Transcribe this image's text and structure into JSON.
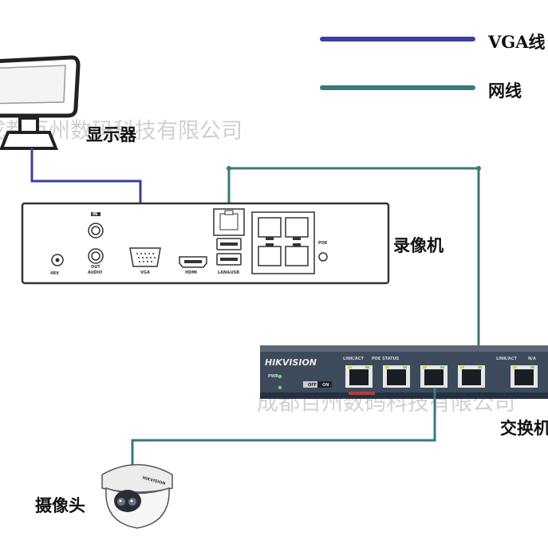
{
  "legend": {
    "vga_label": "VGA线",
    "vga_color": "#3b3f9e",
    "lan_label": "网线",
    "lan_color": "#3a7a7c"
  },
  "devices": {
    "monitor": "显示器",
    "nvr": "录像机",
    "switch": "交换机",
    "camera": "摄像头"
  },
  "nvr_ports": {
    "power": "48V",
    "in": "IN",
    "out": "OUT",
    "audio": "AUDIO",
    "vga": "VGA",
    "hdmi": "HDMI",
    "lan_usb": "LAN&USB",
    "poe": "POE"
  },
  "switch_panel": {
    "brand": "HIKVISION",
    "link_act": "LINK/ACT",
    "poe_status": "POE STATUS",
    "pwr": "PWR",
    "off": "OFF",
    "on": "ON",
    "link_act_2": "LINK/ACT",
    "na": "N/A"
  },
  "camera_brand": "HIKVISION",
  "watermark": "成都百州数码科技有限公司"
}
